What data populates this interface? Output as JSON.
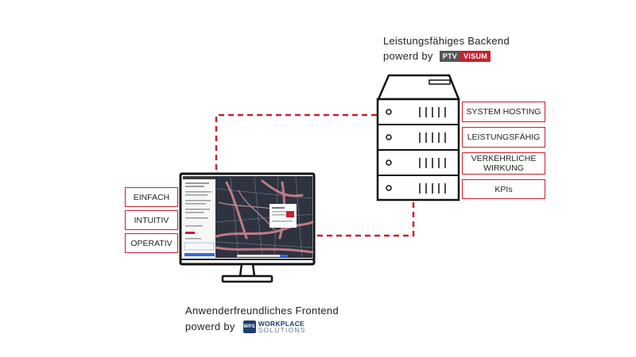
{
  "backend": {
    "caption_line1": "Leistungsfähiges Backend",
    "caption_line2": "powerd by",
    "logo_part1": "PTV",
    "logo_part2": "VISUM"
  },
  "frontend": {
    "caption_line1": "Anwenderfreundliches Frontend",
    "caption_line2": "powerd by",
    "logo_mark": "WPS",
    "logo_line1": "WORKPLACE",
    "logo_line2": "SOLUTIONS"
  },
  "server_tags": [
    "SYSTEM HOSTING",
    "LEISTUNGSFÄHIG",
    "VERKEHRLICHE WIRKUNG",
    "KPIs"
  ],
  "monitor_tags": [
    "EINFACH",
    "INTUITIV",
    "OPERATIV"
  ],
  "colors": {
    "accent": "#c8202e",
    "outline": "#111111"
  }
}
